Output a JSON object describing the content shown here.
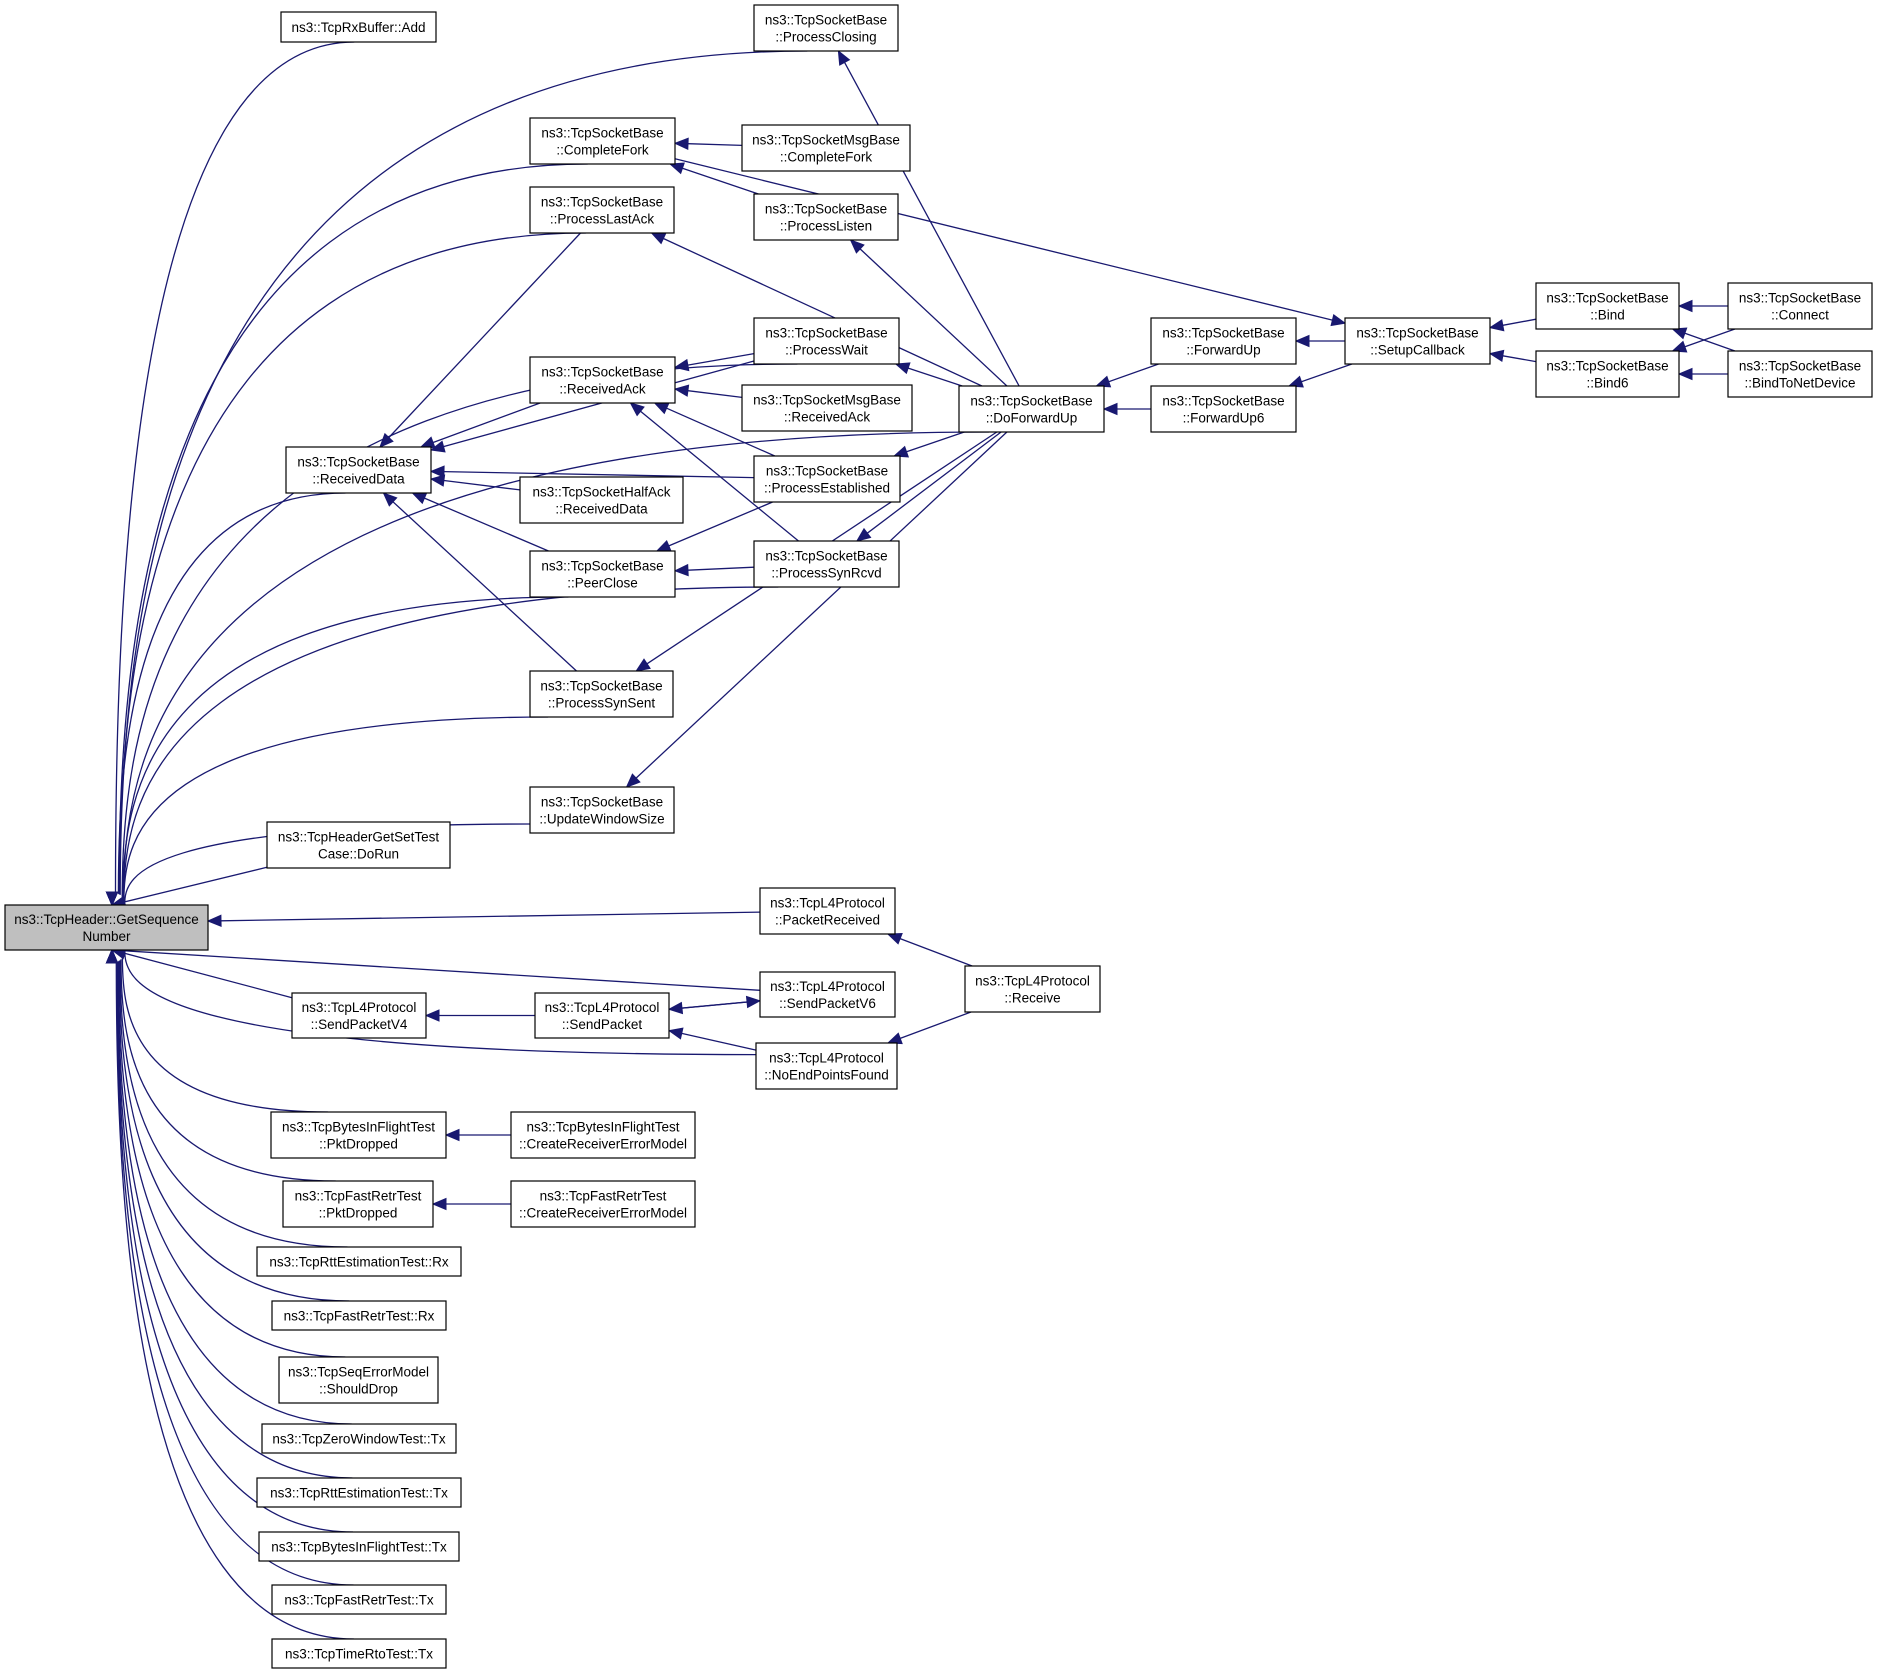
{
  "graph": {
    "nodes": [
      {
        "id": "root",
        "lines": [
          "ns3::TcpHeader::GetSequence",
          "Number"
        ],
        "root": true
      },
      {
        "id": "rxbuf_add",
        "lines": [
          "ns3::TcpRxBuffer::Add"
        ]
      },
      {
        "id": "process_closing",
        "lines": [
          "ns3::TcpSocketBase",
          "::ProcessClosing"
        ]
      },
      {
        "id": "complete_fork",
        "lines": [
          "ns3::TcpSocketBase",
          "::CompleteFork"
        ]
      },
      {
        "id": "msg_complete_fork",
        "lines": [
          "ns3::TcpSocketMsgBase",
          "::CompleteFork"
        ]
      },
      {
        "id": "process_last_ack",
        "lines": [
          "ns3::TcpSocketBase",
          "::ProcessLastAck"
        ]
      },
      {
        "id": "process_listen",
        "lines": [
          "ns3::TcpSocketBase",
          "::ProcessListen"
        ]
      },
      {
        "id": "process_wait",
        "lines": [
          "ns3::TcpSocketBase",
          "::ProcessWait"
        ]
      },
      {
        "id": "received_ack",
        "lines": [
          "ns3::TcpSocketBase",
          "::ReceivedAck"
        ]
      },
      {
        "id": "msg_received_ack",
        "lines": [
          "ns3::TcpSocketMsgBase",
          "::ReceivedAck"
        ]
      },
      {
        "id": "received_data",
        "lines": [
          "ns3::TcpSocketBase",
          "::ReceivedData"
        ]
      },
      {
        "id": "half_ack_received_data",
        "lines": [
          "ns3::TcpSocketHalfAck",
          "::ReceivedData"
        ]
      },
      {
        "id": "process_established",
        "lines": [
          "ns3::TcpSocketBase",
          "::ProcessEstablished"
        ]
      },
      {
        "id": "peer_close",
        "lines": [
          "ns3::TcpSocketBase",
          "::PeerClose"
        ]
      },
      {
        "id": "process_syn_rcvd",
        "lines": [
          "ns3::TcpSocketBase",
          "::ProcessSynRcvd"
        ]
      },
      {
        "id": "process_syn_sent",
        "lines": [
          "ns3::TcpSocketBase",
          "::ProcessSynSent"
        ]
      },
      {
        "id": "update_window_size",
        "lines": [
          "ns3::TcpSocketBase",
          "::UpdateWindowSize"
        ]
      },
      {
        "id": "do_forward_up",
        "lines": [
          "ns3::TcpSocketBase",
          "::DoForwardUp"
        ]
      },
      {
        "id": "forward_up",
        "lines": [
          "ns3::TcpSocketBase",
          "::ForwardUp"
        ]
      },
      {
        "id": "forward_up6",
        "lines": [
          "ns3::TcpSocketBase",
          "::ForwardUp6"
        ]
      },
      {
        "id": "setup_callback",
        "lines": [
          "ns3::TcpSocketBase",
          "::SetupCallback"
        ]
      },
      {
        "id": "bind",
        "lines": [
          "ns3::TcpSocketBase",
          "::Bind"
        ]
      },
      {
        "id": "bind6",
        "lines": [
          "ns3::TcpSocketBase",
          "::Bind6"
        ]
      },
      {
        "id": "connect",
        "lines": [
          "ns3::TcpSocketBase",
          "::Connect"
        ]
      },
      {
        "id": "bind_to_net_device",
        "lines": [
          "ns3::TcpSocketBase",
          "::BindToNetDevice"
        ]
      },
      {
        "id": "header_getset_test",
        "lines": [
          "ns3::TcpHeaderGetSetTest",
          "Case::DoRun"
        ]
      },
      {
        "id": "packet_received",
        "lines": [
          "ns3::TcpL4Protocol",
          "::PacketReceived"
        ]
      },
      {
        "id": "l4_receive",
        "lines": [
          "ns3::TcpL4Protocol",
          "::Receive"
        ]
      },
      {
        "id": "send_packet_v4",
        "lines": [
          "ns3::TcpL4Protocol",
          "::SendPacketV4"
        ]
      },
      {
        "id": "send_packet",
        "lines": [
          "ns3::TcpL4Protocol",
          "::SendPacket"
        ]
      },
      {
        "id": "send_packet_v6",
        "lines": [
          "ns3::TcpL4Protocol",
          "::SendPacketV6"
        ]
      },
      {
        "id": "no_end_points_found",
        "lines": [
          "ns3::TcpL4Protocol",
          "::NoEndPointsFound"
        ]
      },
      {
        "id": "bif_pkt_dropped",
        "lines": [
          "ns3::TcpBytesInFlightTest",
          "::PktDropped"
        ]
      },
      {
        "id": "bif_create_rem",
        "lines": [
          "ns3::TcpBytesInFlightTest",
          "::CreateReceiverErrorModel"
        ]
      },
      {
        "id": "fr_pkt_dropped",
        "lines": [
          "ns3::TcpFastRetrTest",
          "::PktDropped"
        ]
      },
      {
        "id": "fr_create_rem",
        "lines": [
          "ns3::TcpFastRetrTest",
          "::CreateReceiverErrorModel"
        ]
      },
      {
        "id": "rtt_rx",
        "lines": [
          "ns3::TcpRttEstimationTest::Rx"
        ]
      },
      {
        "id": "fr_rx",
        "lines": [
          "ns3::TcpFastRetrTest::Rx"
        ]
      },
      {
        "id": "seq_error_should_drop",
        "lines": [
          "ns3::TcpSeqErrorModel",
          "::ShouldDrop"
        ]
      },
      {
        "id": "zw_tx",
        "lines": [
          "ns3::TcpZeroWindowTest::Tx"
        ]
      },
      {
        "id": "rtt_tx",
        "lines": [
          "ns3::TcpRttEstimationTest::Tx"
        ]
      },
      {
        "id": "bif_tx",
        "lines": [
          "ns3::TcpBytesInFlightTest::Tx"
        ]
      },
      {
        "id": "fr_tx",
        "lines": [
          "ns3::TcpFastRetrTest::Tx"
        ]
      },
      {
        "id": "rto_tx",
        "lines": [
          "ns3::TcpTimeRtoTest::Tx"
        ]
      }
    ],
    "edges": [
      [
        "rxbuf_add",
        "root"
      ],
      [
        "process_closing",
        "root"
      ],
      [
        "complete_fork",
        "root"
      ],
      [
        "process_last_ack",
        "root"
      ],
      [
        "process_wait",
        "root"
      ],
      [
        "received_data",
        "root"
      ],
      [
        "peer_close",
        "root"
      ],
      [
        "process_syn_rcvd",
        "root"
      ],
      [
        "process_syn_sent",
        "root"
      ],
      [
        "do_forward_up",
        "root"
      ],
      [
        "update_window_size",
        "root"
      ],
      [
        "header_getset_test",
        "root"
      ],
      [
        "packet_received",
        "root"
      ],
      [
        "send_packet_v6",
        "root"
      ],
      [
        "send_packet_v4",
        "root"
      ],
      [
        "no_end_points_found",
        "root"
      ],
      [
        "bif_pkt_dropped",
        "root"
      ],
      [
        "fr_pkt_dropped",
        "root"
      ],
      [
        "rtt_rx",
        "root"
      ],
      [
        "fr_rx",
        "root"
      ],
      [
        "seq_error_should_drop",
        "root"
      ],
      [
        "zw_tx",
        "root"
      ],
      [
        "rtt_tx",
        "root"
      ],
      [
        "bif_tx",
        "root"
      ],
      [
        "fr_tx",
        "root"
      ],
      [
        "rto_tx",
        "root"
      ],
      [
        "do_forward_up",
        "process_closing"
      ],
      [
        "msg_complete_fork",
        "complete_fork"
      ],
      [
        "process_listen",
        "complete_fork"
      ],
      [
        "do_forward_up",
        "process_last_ack"
      ],
      [
        "do_forward_up",
        "process_listen"
      ],
      [
        "do_forward_up",
        "process_wait"
      ],
      [
        "process_wait",
        "received_ack"
      ],
      [
        "msg_received_ack",
        "received_ack"
      ],
      [
        "process_established",
        "received_ack"
      ],
      [
        "process_syn_rcvd",
        "received_ack"
      ],
      [
        "process_last_ack",
        "received_data"
      ],
      [
        "process_wait",
        "received_data"
      ],
      [
        "received_ack",
        "received_data"
      ],
      [
        "process_established",
        "received_data"
      ],
      [
        "half_ack_received_data",
        "received_data"
      ],
      [
        "peer_close",
        "received_data"
      ],
      [
        "process_syn_sent",
        "received_data"
      ],
      [
        "do_forward_up",
        "process_established"
      ],
      [
        "process_established",
        "peer_close"
      ],
      [
        "process_syn_rcvd",
        "peer_close"
      ],
      [
        "do_forward_up",
        "process_syn_rcvd"
      ],
      [
        "do_forward_up",
        "process_syn_sent"
      ],
      [
        "do_forward_up",
        "update_window_size"
      ],
      [
        "forward_up",
        "do_forward_up"
      ],
      [
        "forward_up6",
        "do_forward_up"
      ],
      [
        "setup_callback",
        "forward_up"
      ],
      [
        "setup_callback",
        "forward_up6"
      ],
      [
        "complete_fork",
        "setup_callback"
      ],
      [
        "bind",
        "setup_callback"
      ],
      [
        "bind6",
        "setup_callback"
      ],
      [
        "connect",
        "bind"
      ],
      [
        "bind_to_net_device",
        "bind"
      ],
      [
        "connect",
        "bind6"
      ],
      [
        "bind_to_net_device",
        "bind6"
      ],
      [
        "l4_receive",
        "packet_received"
      ],
      [
        "l4_receive",
        "no_end_points_found"
      ],
      [
        "send_packet",
        "send_packet_v4"
      ],
      [
        "send_packet_v6",
        "send_packet"
      ],
      [
        "no_end_points_found",
        "send_packet"
      ],
      [
        "send_packet",
        "send_packet_v6"
      ],
      [
        "bif_create_rem",
        "bif_pkt_dropped"
      ],
      [
        "fr_create_rem",
        "fr_pkt_dropped"
      ]
    ]
  }
}
